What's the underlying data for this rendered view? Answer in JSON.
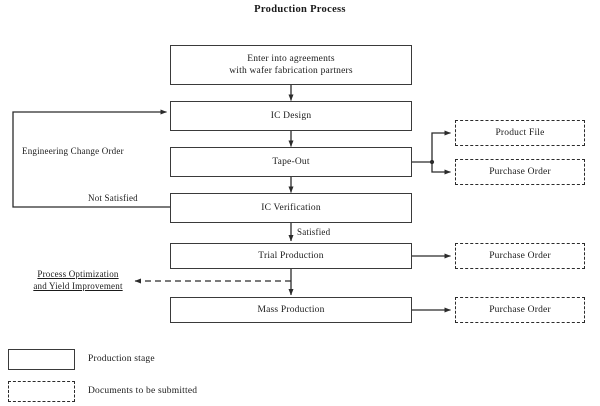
{
  "diagram": {
    "title": "Production Process",
    "type": "flowchart",
    "stages": [
      {
        "id": "agreements",
        "label": "Enter into agreements\nwith wafer fabrication partners",
        "line1": "Enter into agreements",
        "line2": "with wafer fabrication partners",
        "kind": "production-stage"
      },
      {
        "id": "ic-design",
        "label": "IC Design",
        "kind": "production-stage"
      },
      {
        "id": "tape-out",
        "label": "Tape-Out",
        "kind": "production-stage"
      },
      {
        "id": "ic-verification",
        "label": "IC Verification",
        "kind": "production-stage"
      },
      {
        "id": "trial-production",
        "label": "Trial Production",
        "kind": "production-stage"
      },
      {
        "id": "mass-production",
        "label": "Mass Production",
        "kind": "production-stage"
      }
    ],
    "documents": [
      {
        "id": "product-file",
        "label": "Product File",
        "kind": "document",
        "source": "tape-out"
      },
      {
        "id": "purchase-order-tapeout",
        "label": "Purchase Order",
        "kind": "document",
        "source": "tape-out"
      },
      {
        "id": "purchase-order-trial",
        "label": "Purchase Order",
        "kind": "document",
        "source": "trial-production"
      },
      {
        "id": "purchase-order-mass",
        "label": "Purchase Order",
        "kind": "document",
        "source": "mass-production"
      }
    ],
    "edge_labels": {
      "engineering_change_order": "Engineering Change Order",
      "not_satisfied": "Not Satisfied",
      "satisfied": "Satisfied",
      "process_optimization_line1": "Process Optimization",
      "process_optimization_line2": "and Yield Improvement"
    },
    "legend": [
      {
        "id": "production-stage",
        "swatch": "solid",
        "label": "Production stage"
      },
      {
        "id": "documents-to-be-submitted",
        "swatch": "dashed",
        "label": "Documents to be submitted"
      }
    ],
    "colors": {
      "stroke": "#3a3a3a",
      "dashed_stroke": "#2b2b2b",
      "background": "#ffffff",
      "text": "#1a1a1a"
    }
  }
}
